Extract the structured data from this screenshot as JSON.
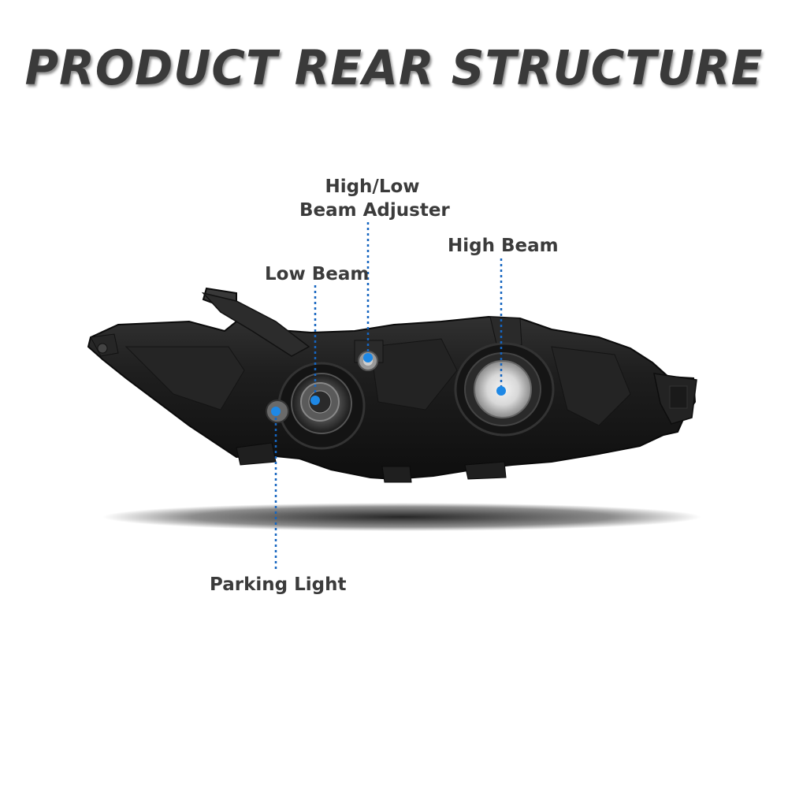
{
  "title": "PRODUCT REAR STRUCTURE",
  "callouts": {
    "high_low_adjuster": [
      "High/Low",
      "Beam Adjuster"
    ],
    "high_beam": "High Beam",
    "low_beam": "Low Beam",
    "parking_light": "Parking Light"
  },
  "colors": {
    "title": "#3a3a3a",
    "label": "#3b3b3b",
    "leader_line": "#1565c0",
    "marker_dot": "#1e88e5",
    "housing": "#1b1b1b"
  }
}
